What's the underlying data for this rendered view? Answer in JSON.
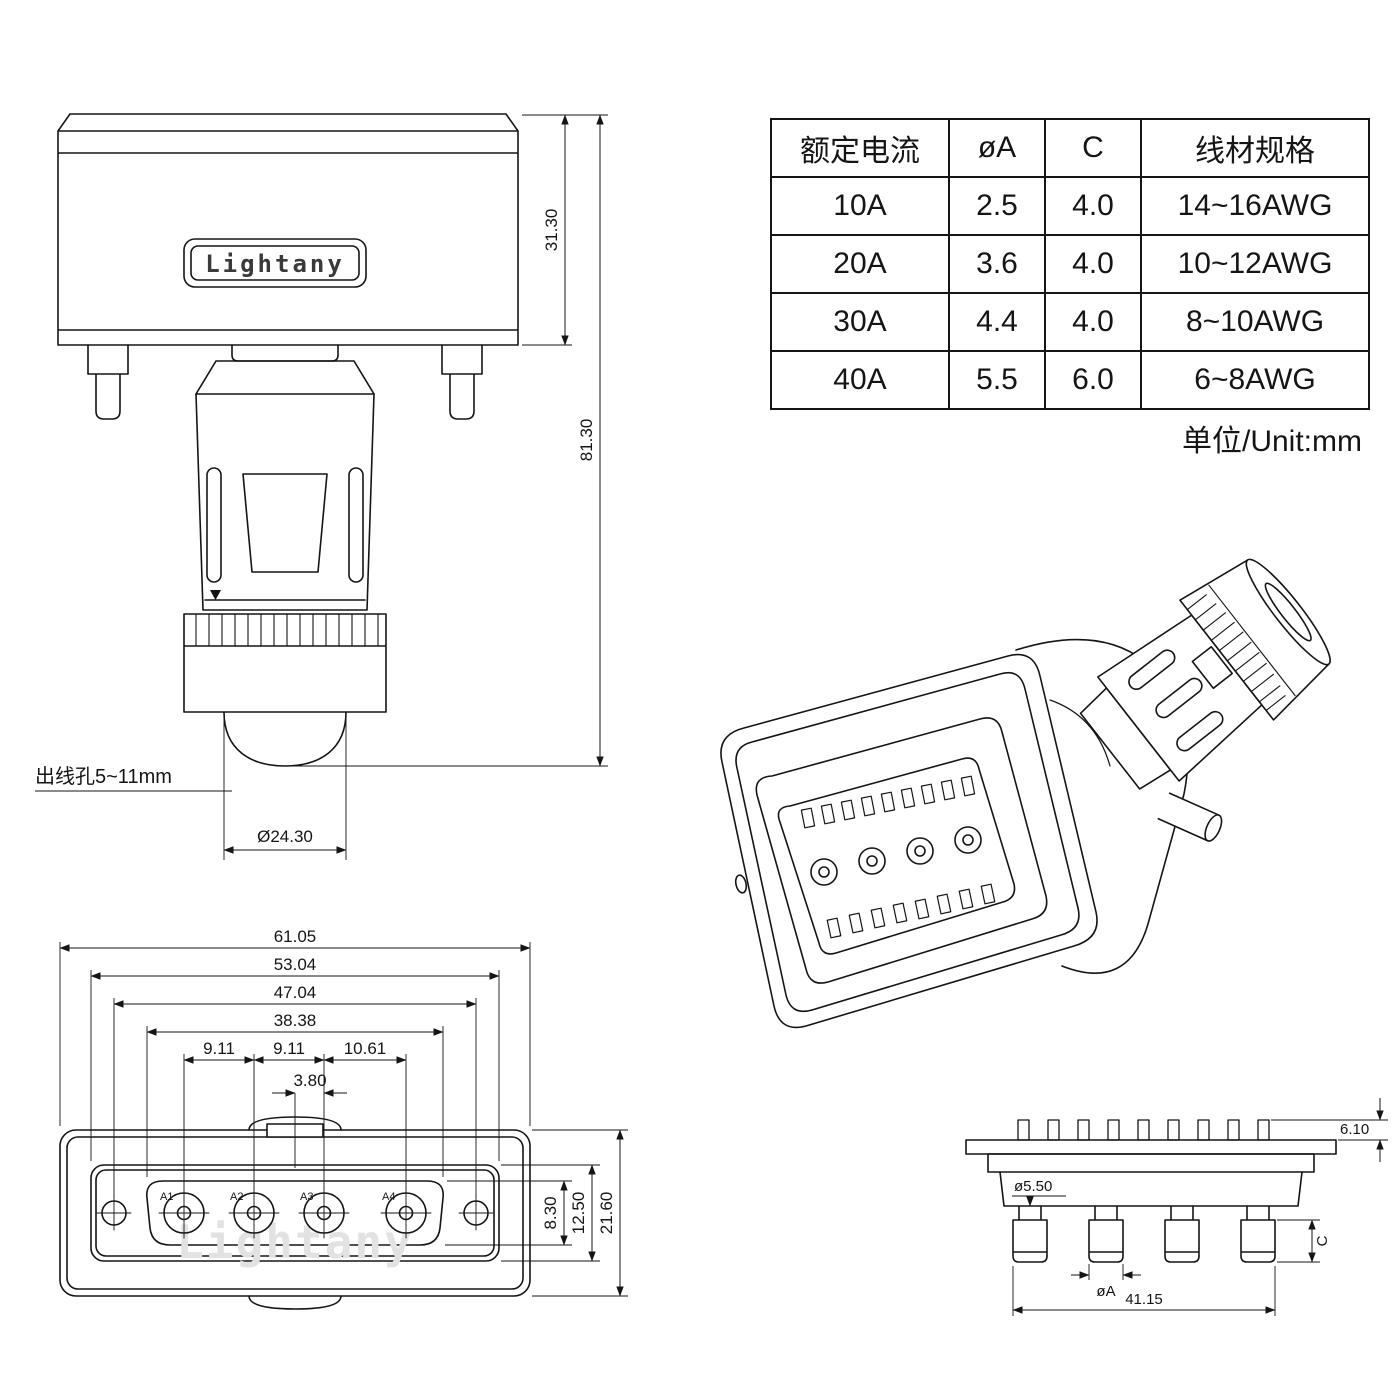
{
  "table": {
    "headers": [
      "额定电流",
      "øA",
      "C",
      "线材规格"
    ],
    "rows": [
      [
        "10A",
        "2.5",
        "4.0",
        "14~16AWG"
      ],
      [
        "20A",
        "3.6",
        "4.0",
        "10~12AWG"
      ],
      [
        "30A",
        "4.4",
        "4.0",
        "8~10AWG"
      ],
      [
        "40A",
        "5.5",
        "6.0",
        "6~8AWG"
      ]
    ],
    "unit_note": "单位/Unit:mm"
  },
  "front_view": {
    "logo": "Lightany",
    "dim_top_height": "31.30",
    "dim_total_height": "81.30",
    "wire_hole_label": "出线孔5~11mm",
    "dim_gland_diameter": "Ø24.30"
  },
  "face_view": {
    "watermark": "Lightany",
    "pin_labels": [
      "A1",
      "A2",
      "A3",
      "A4"
    ],
    "dim_overall_width": "61.05",
    "dim_flange_width": "53.04",
    "dim_hole_spacing": "47.04",
    "dim_cutout_width": "38.38",
    "dim_pitch_1": "9.11",
    "dim_pitch_2": "9.11",
    "dim_pitch_3": "10.61",
    "dim_center_offset": "3.80",
    "dim_cutout_height": "8.30",
    "dim_flange_height": "12.50",
    "dim_overall_height": "21.60"
  },
  "section_view": {
    "dim_pin_height": "6.10",
    "dim_pin_dia": "ø5.50",
    "dim_barrel_dia": "øA",
    "dim_barrel_depth": "C",
    "dim_span": "41.15"
  }
}
